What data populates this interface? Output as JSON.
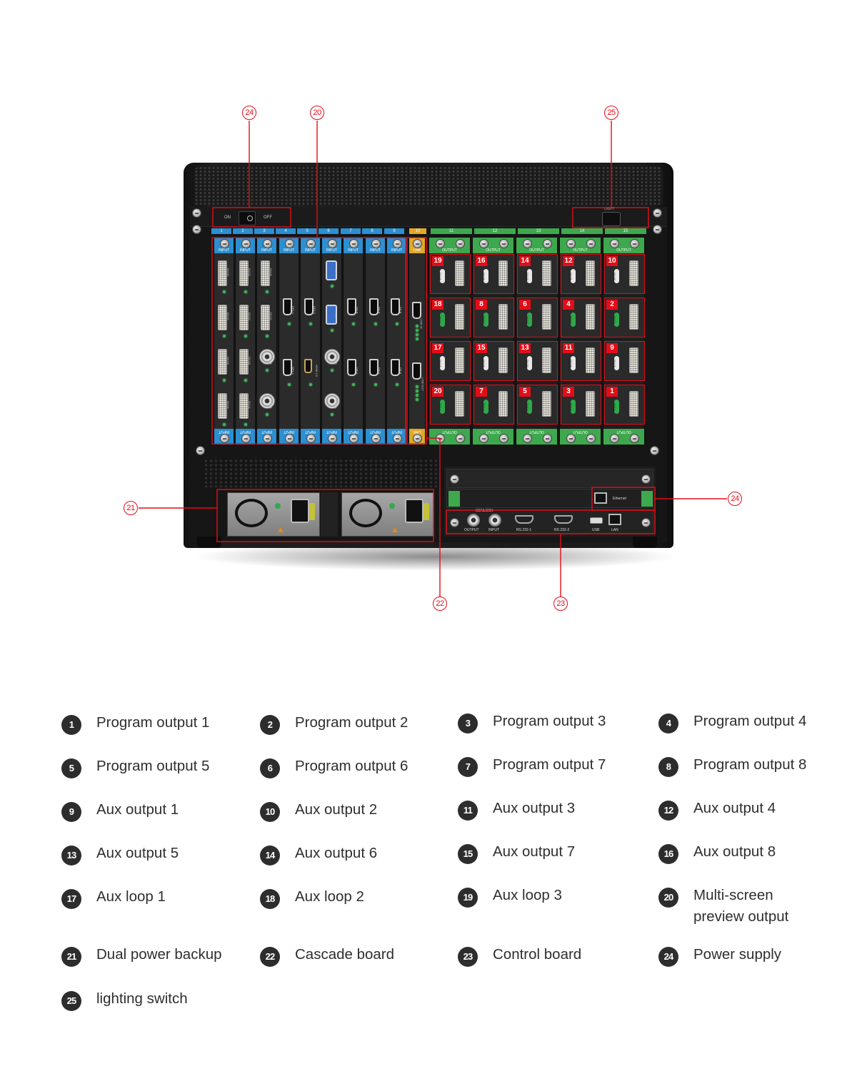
{
  "device": {
    "power_switch": {
      "on_label": "ON",
      "off_label": "OFF"
    },
    "light_label": "LIGHT",
    "slot_labels": [
      {
        "text": "1",
        "color": "#2b8fd1"
      },
      {
        "text": "2",
        "color": "#2b8fd1"
      },
      {
        "text": "3",
        "color": "#2b8fd1"
      },
      {
        "text": "4",
        "color": "#2b8fd1"
      },
      {
        "text": "5",
        "color": "#2b8fd1"
      },
      {
        "text": "6",
        "color": "#2b8fd1"
      },
      {
        "text": "7",
        "color": "#2b8fd1"
      },
      {
        "text": "8",
        "color": "#2b8fd1"
      },
      {
        "text": "9",
        "color": "#2b8fd1"
      },
      {
        "text": "10",
        "color": "#e0a928"
      },
      {
        "text": "11",
        "color": "#3ea84e"
      },
      {
        "text": "12",
        "color": "#3ea84e"
      },
      {
        "text": "13",
        "color": "#3ea84e"
      },
      {
        "text": "14",
        "color": "#3ea84e"
      },
      {
        "text": "15",
        "color": "#3ea84e"
      }
    ],
    "input_tab_label": "INPUT",
    "link_tab_label": "LINK",
    "output_tab_label": "OUTPUT",
    "input_cards": [
      {
        "ports": [
          "DVI-D",
          "DVI-C",
          "DVI-B",
          "DVI-A"
        ]
      },
      {
        "ports": [
          "DVI-D",
          "DVI-C",
          "DVI-B",
          "DVI-A"
        ]
      },
      {
        "ports": [
          "DVI-D",
          "DVI-C",
          "SDI-B",
          "SDI-A"
        ]
      },
      {
        "ports": [
          "DP1.1",
          "DP1.1"
        ]
      },
      {
        "ports": [
          "DP1.2",
          "HDMI 2.0"
        ]
      },
      {
        "ports": [
          "VGA-B",
          "VGA-A",
          "SDI-B",
          "SDI-A"
        ]
      },
      {
        "ports": [
          "DP-B",
          "DP-A"
        ]
      },
      {
        "ports": [
          "DP-B",
          "DP-A"
        ]
      },
      {
        "ports": [
          "DP-B",
          "DP-A"
        ]
      }
    ],
    "link_card": {
      "ports": [
        "LINK IN",
        "LINK OUT"
      ]
    },
    "output_badges": [
      [
        "19",
        "16",
        "14",
        "12",
        "10"
      ],
      [
        "18",
        "8",
        "6",
        "4",
        "2"
      ],
      [
        "17",
        "15",
        "13",
        "11",
        "9"
      ],
      [
        "20",
        "7",
        "5",
        "3",
        "1"
      ]
    ],
    "output_port_labels": [
      "DVI-B",
      "DVI-C",
      "DVI-B",
      "DVI-A"
    ],
    "control_board": {
      "ethernet_label": "Ethernet",
      "genlock_output": "OUTPUT",
      "genlock_input": "INPUT",
      "genlock_title": "GENLOCK",
      "rs232_1": "RS 232-1",
      "rs232_2": "RS 232-2",
      "usb": "USB",
      "lan": "LAN"
    }
  },
  "callouts": [
    {
      "num": "24",
      "target": "power-switch"
    },
    {
      "num": "20",
      "target": "input-cards"
    },
    {
      "num": "25",
      "target": "light-switch"
    },
    {
      "num": "21",
      "target": "psu"
    },
    {
      "num": "24",
      "target": "ethernet-power"
    },
    {
      "num": "22",
      "target": "cascade-board"
    },
    {
      "num": "23",
      "target": "control-board"
    }
  ],
  "callout_color": "#e30d18",
  "legend": [
    {
      "num": "1",
      "label": "Program output 1"
    },
    {
      "num": "2",
      "label": "Program output 2"
    },
    {
      "num": "3",
      "label": "Program output 3"
    },
    {
      "num": "4",
      "label": "Program output 4"
    },
    {
      "num": "5",
      "label": "Program output 5"
    },
    {
      "num": "6",
      "label": "Program output 6"
    },
    {
      "num": "7",
      "label": "Program output 7"
    },
    {
      "num": "8",
      "label": "Program output 8"
    },
    {
      "num": "9",
      "label": "Aux output 1"
    },
    {
      "num": "10",
      "label": "Aux output 2"
    },
    {
      "num": "11",
      "label": "Aux output 3"
    },
    {
      "num": "12",
      "label": "Aux output 4"
    },
    {
      "num": "13",
      "label": "Aux output 5"
    },
    {
      "num": "14",
      "label": "Aux output 6"
    },
    {
      "num": "15",
      "label": "Aux output 7"
    },
    {
      "num": "16",
      "label": "Aux output 8"
    },
    {
      "num": "17",
      "label": "Aux loop 1"
    },
    {
      "num": "18",
      "label": "Aux loop 2"
    },
    {
      "num": "19",
      "label": "Aux loop 3"
    },
    {
      "num": "20",
      "label": "Multi-screen preview output"
    },
    {
      "num": "21",
      "label": "Dual power backup"
    },
    {
      "num": "22",
      "label": "Cascade board"
    },
    {
      "num": "23",
      "label": "Control board"
    },
    {
      "num": "24",
      "label": "Power supply"
    },
    {
      "num": "25",
      "label": "lighting switch"
    }
  ]
}
